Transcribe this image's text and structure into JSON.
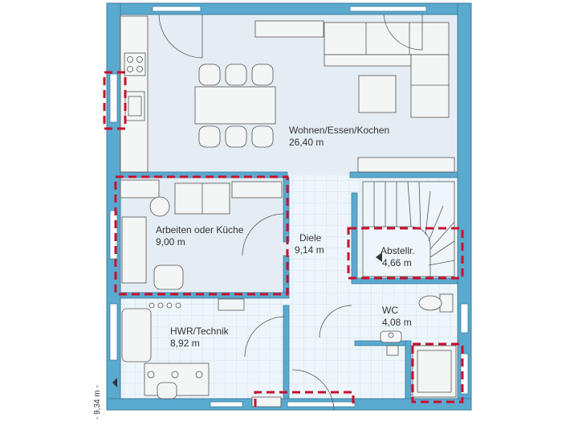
{
  "colors": {
    "wall": "#5aa9cf",
    "wall_stroke": "#3f7f9d",
    "floor_main": "#e4edf3",
    "floor_tile": "#eef6fb",
    "tile_line": "#c9dde9",
    "furniture_fill": "#f4f5f5",
    "furniture_stroke": "#555555",
    "dash_red": "#c8102e"
  },
  "rooms": [
    {
      "name": "Wohnen/Essen/Kochen",
      "area": "26,40 m"
    },
    {
      "name": "Arbeiten oder Küche",
      "area": "9,00 m"
    },
    {
      "name": "Diele",
      "area": "9,14 m"
    },
    {
      "name": "Abstellr.",
      "area": "4,66 m"
    },
    {
      "name": "WC",
      "area": "4,08 m"
    },
    {
      "name": "HWR/Technik",
      "area": "8,92 m"
    }
  ],
  "dimension_label": "- 9,34 m -",
  "icons": [
    "stairs-arrow-icon",
    "dimension-arrow-icon"
  ]
}
